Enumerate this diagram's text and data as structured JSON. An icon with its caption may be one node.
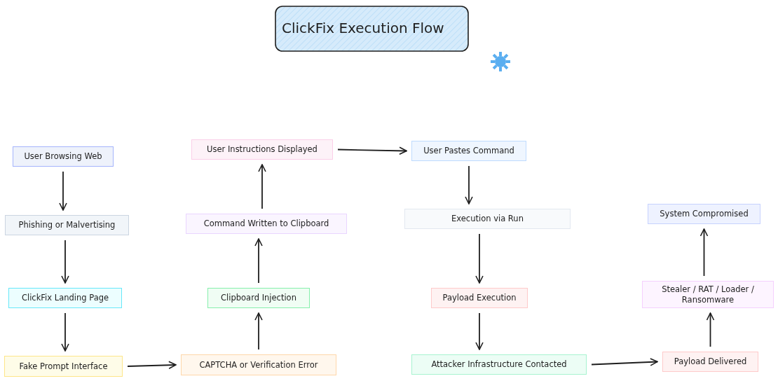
{
  "diagram": {
    "title": "ClickFix Execution Flow",
    "nodes": [
      {
        "text": [
          "User Browsing Web"
        ]
      },
      {
        "text": [
          "Phishing or Malvertising"
        ]
      },
      {
        "text": [
          "ClickFix Landing Page"
        ]
      },
      {
        "text": [
          "Fake Prompt Interface"
        ]
      },
      {
        "text": [
          "CAPTCHA or Verification Error"
        ]
      },
      {
        "text": [
          "Clipboard Injection"
        ]
      },
      {
        "text": [
          "Command Written to Clipboard"
        ]
      },
      {
        "text": [
          "User Instructions Displayed"
        ]
      },
      {
        "text": [
          "User Pastes Command"
        ]
      },
      {
        "text": [
          "Execution via Run"
        ]
      },
      {
        "text": [
          "Payload Execution"
        ]
      },
      {
        "text": [
          "Attacker Infrastructure Contacted"
        ]
      },
      {
        "text": [
          "Payload Delivered"
        ]
      },
      {
        "text": [
          "Stealer / RAT / Loader / Ransomware"
        ]
      },
      {
        "text": [
          "System Compromised"
        ]
      }
    ],
    "edges": [
      {
        "from": 0,
        "to": 1,
        "arrow": "to"
      },
      {
        "from": 1,
        "to": 2,
        "arrow": "to"
      },
      {
        "from": 2,
        "to": 3,
        "arrow": "to"
      },
      {
        "from": 3,
        "to": 4,
        "arrow": "to"
      },
      {
        "from": 4,
        "to": 5,
        "arrow": "to"
      },
      {
        "from": 5,
        "to": 6,
        "arrow": "to"
      },
      {
        "from": 6,
        "to": 7,
        "arrow": "to"
      },
      {
        "from": 7,
        "to": 8,
        "arrow": "to"
      },
      {
        "from": 8,
        "to": 9,
        "arrow": "to"
      },
      {
        "from": 9,
        "to": 10,
        "arrow": "to"
      },
      {
        "from": 10,
        "to": 11,
        "arrow": "to"
      },
      {
        "from": 11,
        "to": 12,
        "arrow": "to"
      },
      {
        "from": 12,
        "to": 13,
        "arrow": "to"
      },
      {
        "from": 13,
        "to": 14,
        "arrow": "to"
      }
    ]
  }
}
